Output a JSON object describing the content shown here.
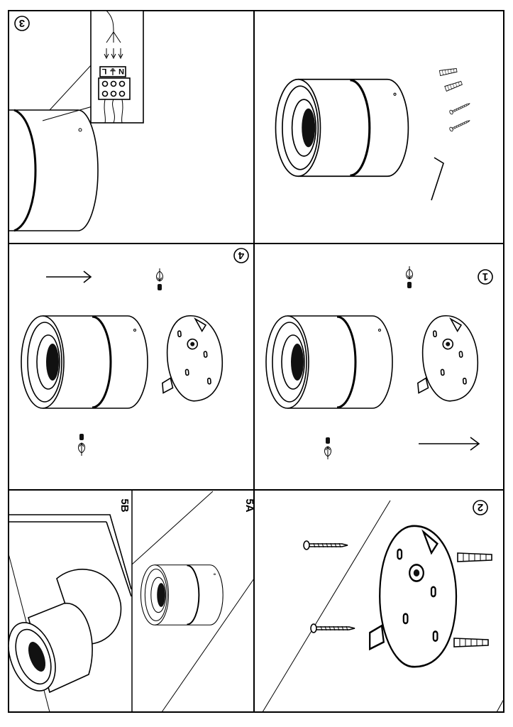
{
  "steps": {
    "step3": "3",
    "step4": "4",
    "step1": "1",
    "step2": "2",
    "step5a": "5A",
    "step5b": "5B"
  },
  "terminal_block": {
    "neutral": "N",
    "ground": "⏚",
    "live": "L"
  }
}
